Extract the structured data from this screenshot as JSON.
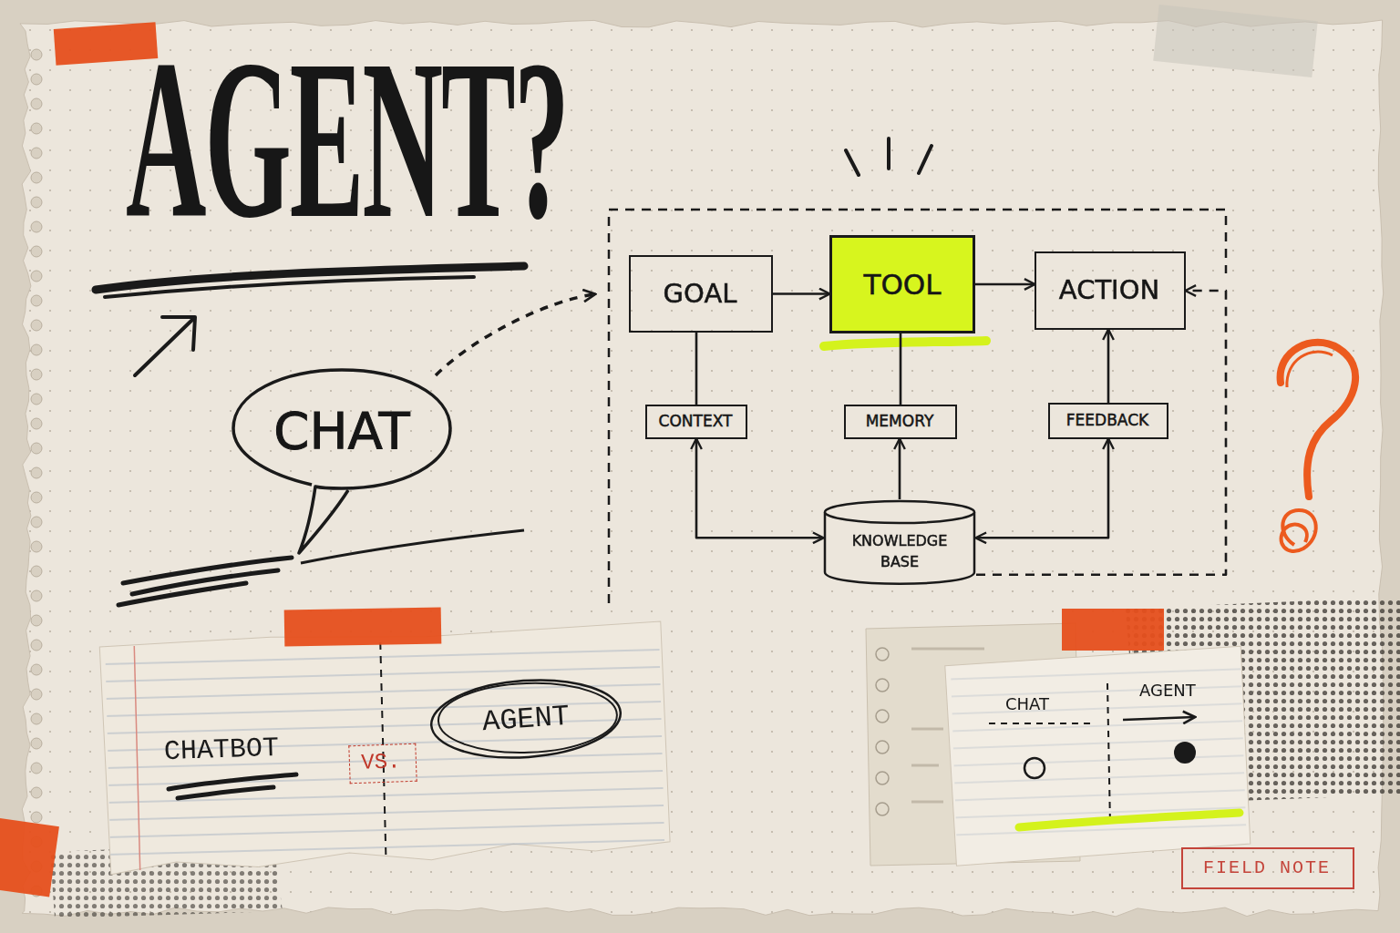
{
  "diagram": {
    "title": "AGENT?",
    "nodes": [
      {
        "text": [
          "GOAL"
        ]
      },
      {
        "text": [
          "TOOL"
        ]
      },
      {
        "text": [
          "ACTION"
        ]
      },
      {
        "text": [
          "CONTEXT"
        ]
      },
      {
        "text": [
          "MEMORY"
        ]
      },
      {
        "text": [
          "FEEDBACK"
        ]
      },
      {
        "text": [
          "KNOWLEDGE BASE"
        ]
      },
      {
        "text": [
          "CHAT"
        ]
      },
      {
        "text": [
          "VS."
        ]
      },
      {
        "text": [
          "AGENT"
        ]
      },
      {
        "text": [
          "FIELD NOTE"
        ]
      }
    ],
    "edges": [
      {
        "from": 0,
        "to": 1,
        "arrow": "to"
      },
      {
        "from": 1,
        "to": 2,
        "arrow": "to"
      },
      {
        "from": 3,
        "to": 0,
        "arrow": "none"
      },
      {
        "from": 4,
        "to": 1,
        "arrow": "none"
      },
      {
        "from": 5,
        "to": 2,
        "arrow": "to"
      },
      {
        "from": 6,
        "to": 3,
        "arrow": "both"
      },
      {
        "from": 6,
        "to": 4,
        "arrow": "to"
      },
      {
        "from": 6,
        "to": 5,
        "arrow": "both"
      },
      {
        "from": 6,
        "to": 2,
        "arrow": "to"
      }
    ],
    "labels": [
      "CHATBOT",
      "CHAT",
      "AGENT"
    ]
  }
}
